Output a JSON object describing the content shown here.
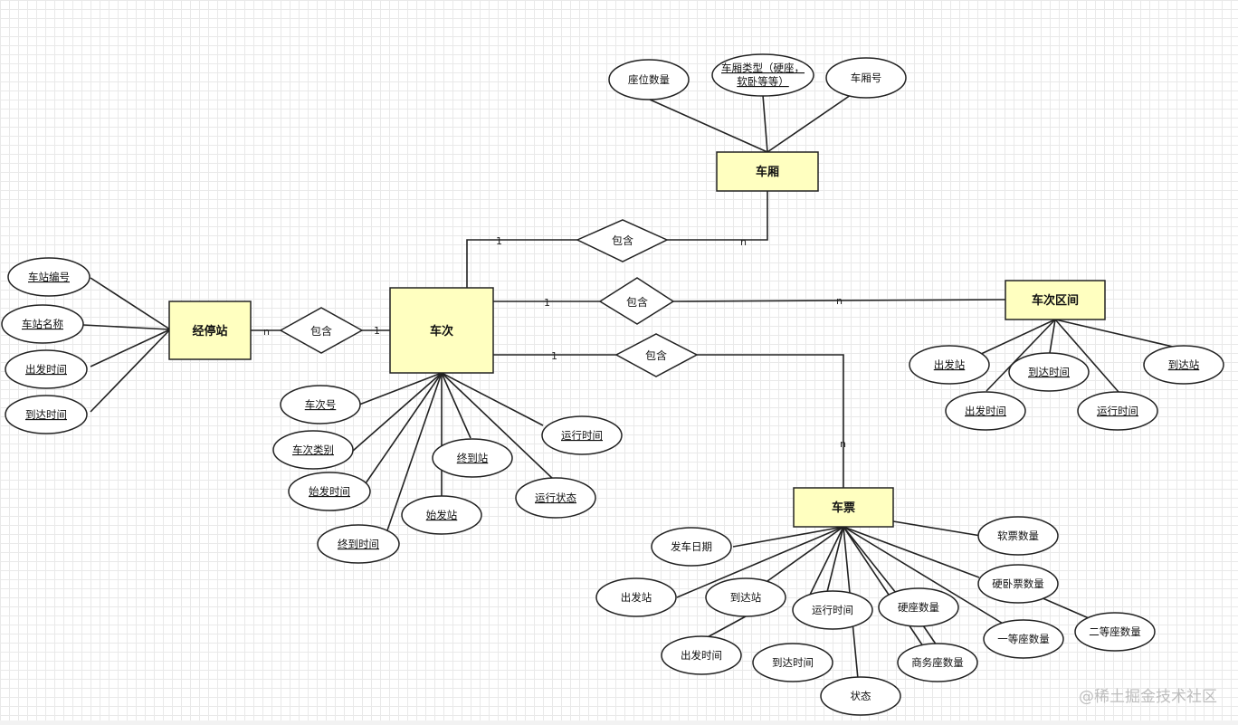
{
  "entities": {
    "carriage": "车厢",
    "train": "车次",
    "stop_station": "经停站",
    "train_segment": "车次区间",
    "ticket": "车票"
  },
  "relations": {
    "train_carriage": "包含",
    "stop_train": "包含",
    "train_segment": "包含",
    "train_ticket": "包含"
  },
  "cardinality": {
    "one": "1",
    "many": "n"
  },
  "carriage_attrs": {
    "seat_count": "座位数量",
    "carriage_type_line1": "车厢类型（硬座，",
    "carriage_type_line2": "软卧等等）",
    "carriage_no": "车厢号"
  },
  "stop_attrs": {
    "station_id": "车站编号",
    "station_name": "车站名称",
    "depart_time": "出发时间",
    "arrive_time": "到达时间"
  },
  "train_attrs": {
    "train_no": "车次号",
    "train_type": "车次类别",
    "start_time": "始发时间",
    "end_time": "终到时间",
    "start_station": "始发站",
    "end_station": "终到站",
    "status": "运行状态",
    "run_time": "运行时间"
  },
  "segment_attrs": {
    "depart_station": "出发站",
    "arrive_time": "到达时间",
    "arrive_station": "到达站",
    "depart_time": "出发时间",
    "run_time": "运行时间"
  },
  "ticket_attrs": {
    "soft_count": "软票数量",
    "depart_date": "发车日期",
    "hard_sleeper_count": "硬卧票数量",
    "depart_station": "出发站",
    "arrive_station": "到达站",
    "run_time": "运行时间",
    "hard_seat_count": "硬座数量",
    "second_class_count": "二等座数量",
    "first_class_count": "一等座数量",
    "depart_time": "出发时间",
    "arrive_time": "到达时间",
    "business_count": "商务座数量",
    "status": "状态"
  },
  "watermark": "@稀土掘金技术社区"
}
